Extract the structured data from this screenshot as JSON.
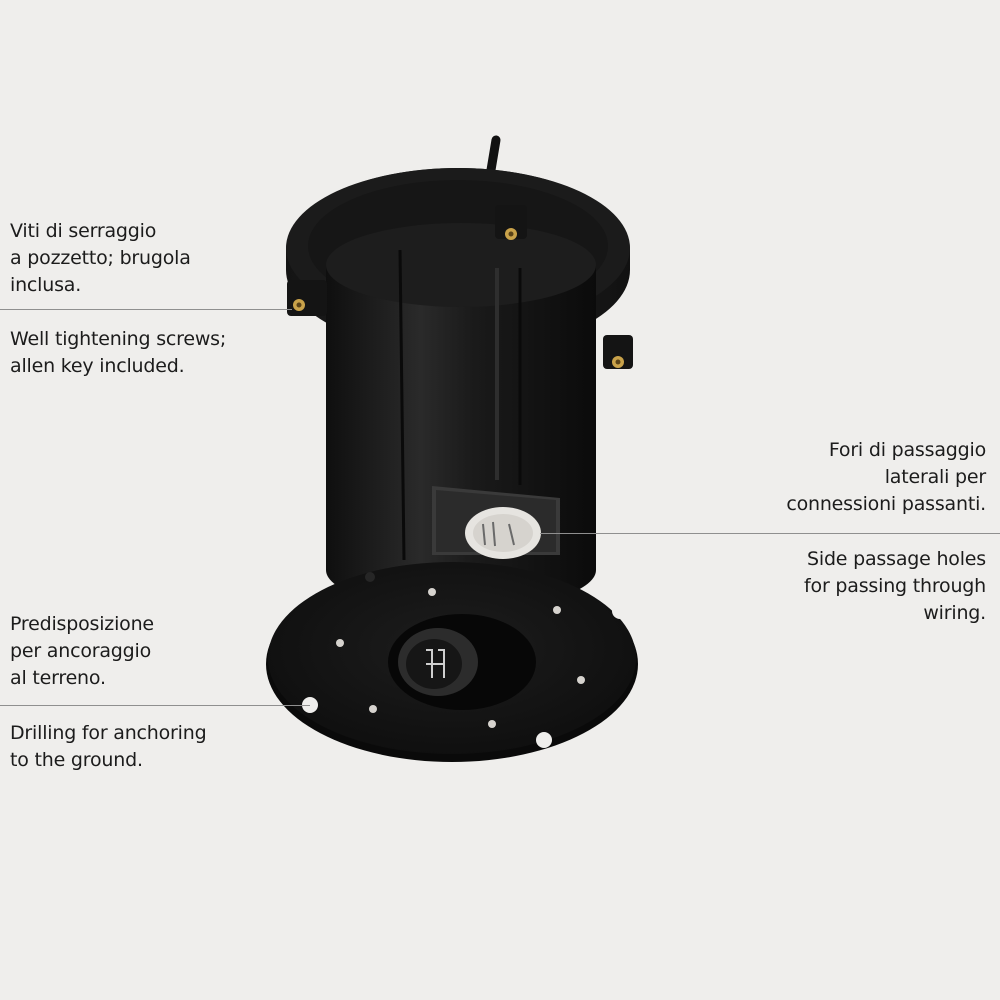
{
  "annotations": {
    "screws": {
      "it": "Viti di serraggio\na pozzetto; brugola\ninclusa.",
      "en": "Well tightening screws;\nallen key included."
    },
    "side_holes": {
      "it": "Fori di passaggio\nlaterali per\nconnessioni passanti.",
      "en": "Side passage holes\nfor passing through\nwiring."
    },
    "anchoring": {
      "it": "Predisposizione\nper ancoraggio\nal terreno.",
      "en": "Drilling for anchoring\nto the ground."
    }
  },
  "colors": {
    "background": "#efeeec",
    "product_body": "#1e1e1e",
    "rule": "#8f8f8f",
    "screw_brass": "#c9a24a"
  }
}
